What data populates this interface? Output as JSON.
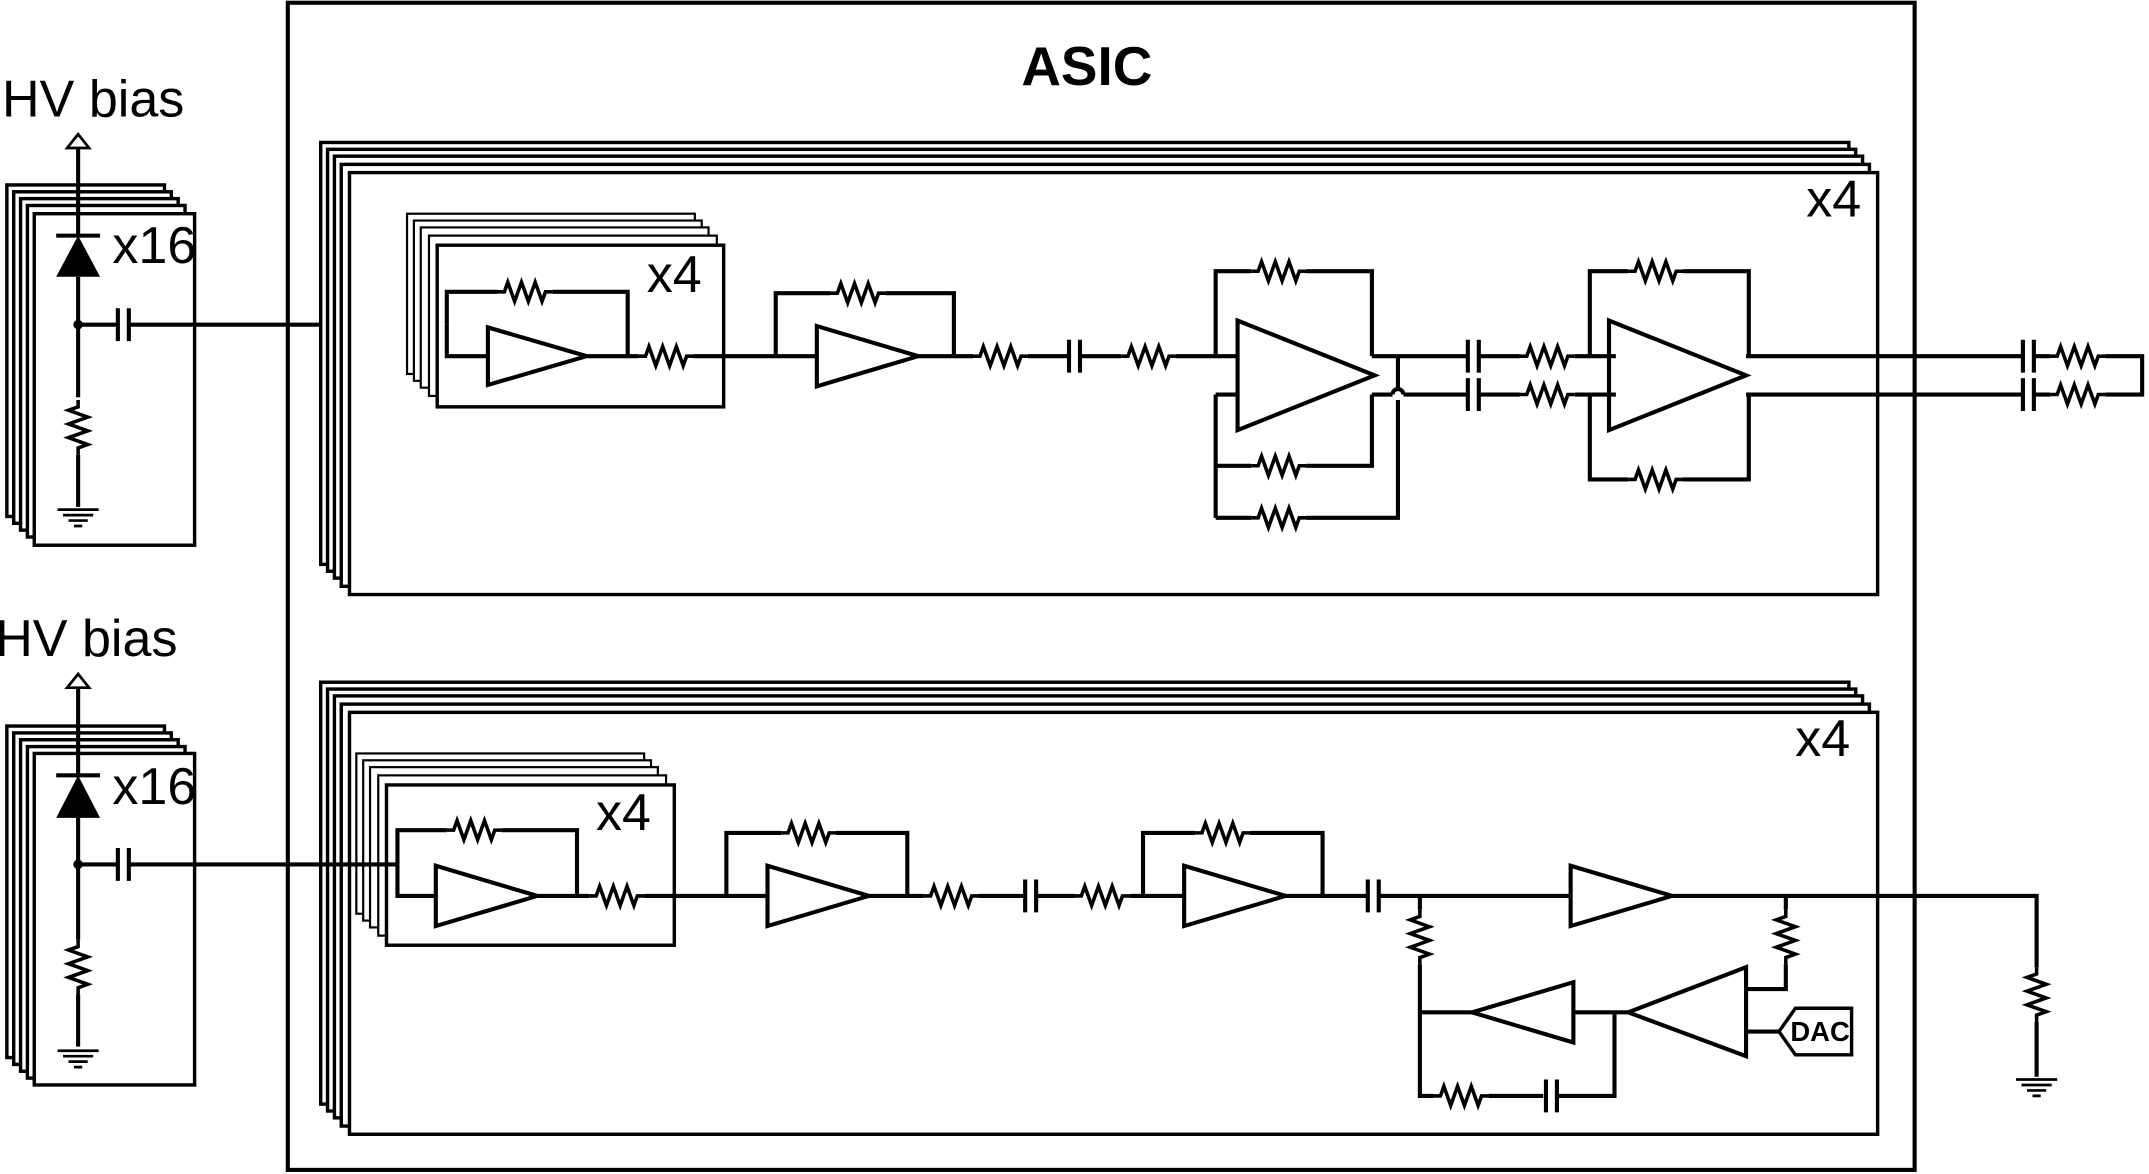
{
  "asic_label": "ASIC",
  "hv_bias_label": "HV bias",
  "sensor_multiplicity": "x16",
  "channel_multiplicity": "x4",
  "preamp_multiplicity": "x4",
  "dac_label": "DAC",
  "colors": {
    "line": "#000000",
    "background": "#ffffff"
  }
}
